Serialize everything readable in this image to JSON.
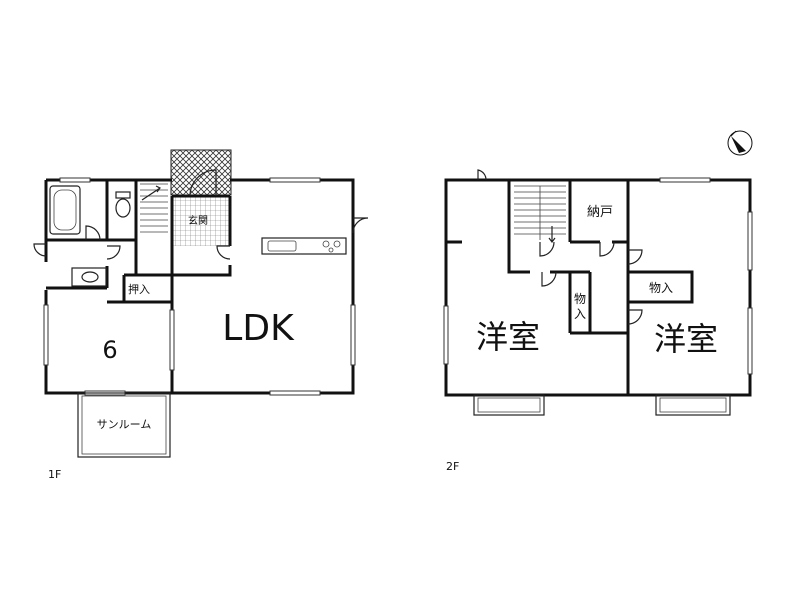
{
  "floors": {
    "first": {
      "label": "1F",
      "rooms": {
        "ldk": "LDK",
        "japanese_room": "6",
        "closet": "押入",
        "entrance": "玄関",
        "sunroom": "サンルーム"
      }
    },
    "second": {
      "label": "2F",
      "rooms": {
        "western_left": "洋室",
        "western_right": "洋室",
        "storage_room": "納戸",
        "storage_left": "物\n入",
        "storage_right": "物入"
      }
    }
  },
  "icons": [
    "north-arrow-icon",
    "bathtub-icon",
    "toilet-icon",
    "sink-icon",
    "kitchen-counter-icon",
    "stair-icon",
    "door-swing-icon"
  ],
  "colors": {
    "line": "#111111",
    "background": "#ffffff"
  }
}
